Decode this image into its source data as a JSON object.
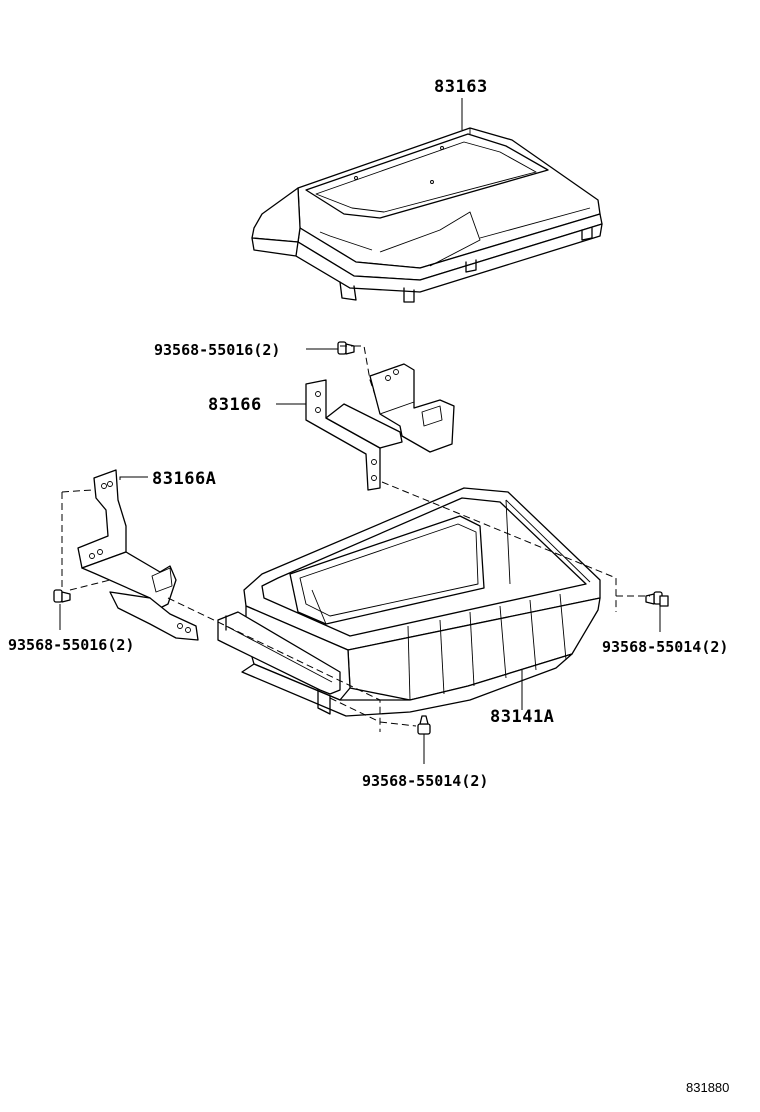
{
  "diagram": {
    "parts": {
      "cover": {
        "number": "83163"
      },
      "bracket_right": {
        "number": "83166"
      },
      "bracket_left": {
        "number": "83166A"
      },
      "case": {
        "number": "83141A"
      }
    },
    "bolts": {
      "top": {
        "number": "93568-55016(2)"
      },
      "left": {
        "number": "93568-55016(2)"
      },
      "right": {
        "number": "93568-55014(2)"
      },
      "bottom": {
        "number": "93568-55014(2)"
      }
    },
    "reference_code": "831880"
  }
}
